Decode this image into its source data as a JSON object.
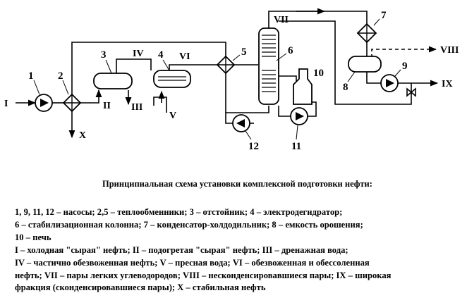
{
  "numbers": {
    "n1": "1",
    "n2": "2",
    "n3": "3",
    "n4": "4",
    "n5": "5",
    "n6": "6",
    "n7": "7",
    "n8": "8",
    "n9": "9",
    "n10": "10",
    "n11": "11",
    "n12": "12"
  },
  "streams": {
    "I": "I",
    "II": "II",
    "III": "III",
    "IV": "IV",
    "V": "V",
    "VI": "VI",
    "VII": "VII",
    "VIII": "VIII",
    "IX": "IX",
    "X": "X"
  },
  "caption": "Принципиальная схема установки комплексной подготовки нефти:",
  "legend": [
    "1, 9, 11, 12 – насосы; 2,5 – теплообменники; 3 – отстойник; 4 – электродегидратор;",
    "6 – стабилизационная колонна; 7 – конденсатор-холдодильник; 8 – емкость орошения;",
    "10 – печь",
    "I – холодная \"сырая\" нефть; II – подогретая \"сырая\" нефть; III – дренажная вода;",
    "IV – частично обезвоженная нефть; V – пресная вода; VI – обезвоженная и обессоленная",
    "нефть; VII – пары легких углеводородов; VIII – несконденсировавшиеся пары; IX – широкая",
    "фракция (сконденсировавшиеся пары); X – стабильная нефть"
  ]
}
